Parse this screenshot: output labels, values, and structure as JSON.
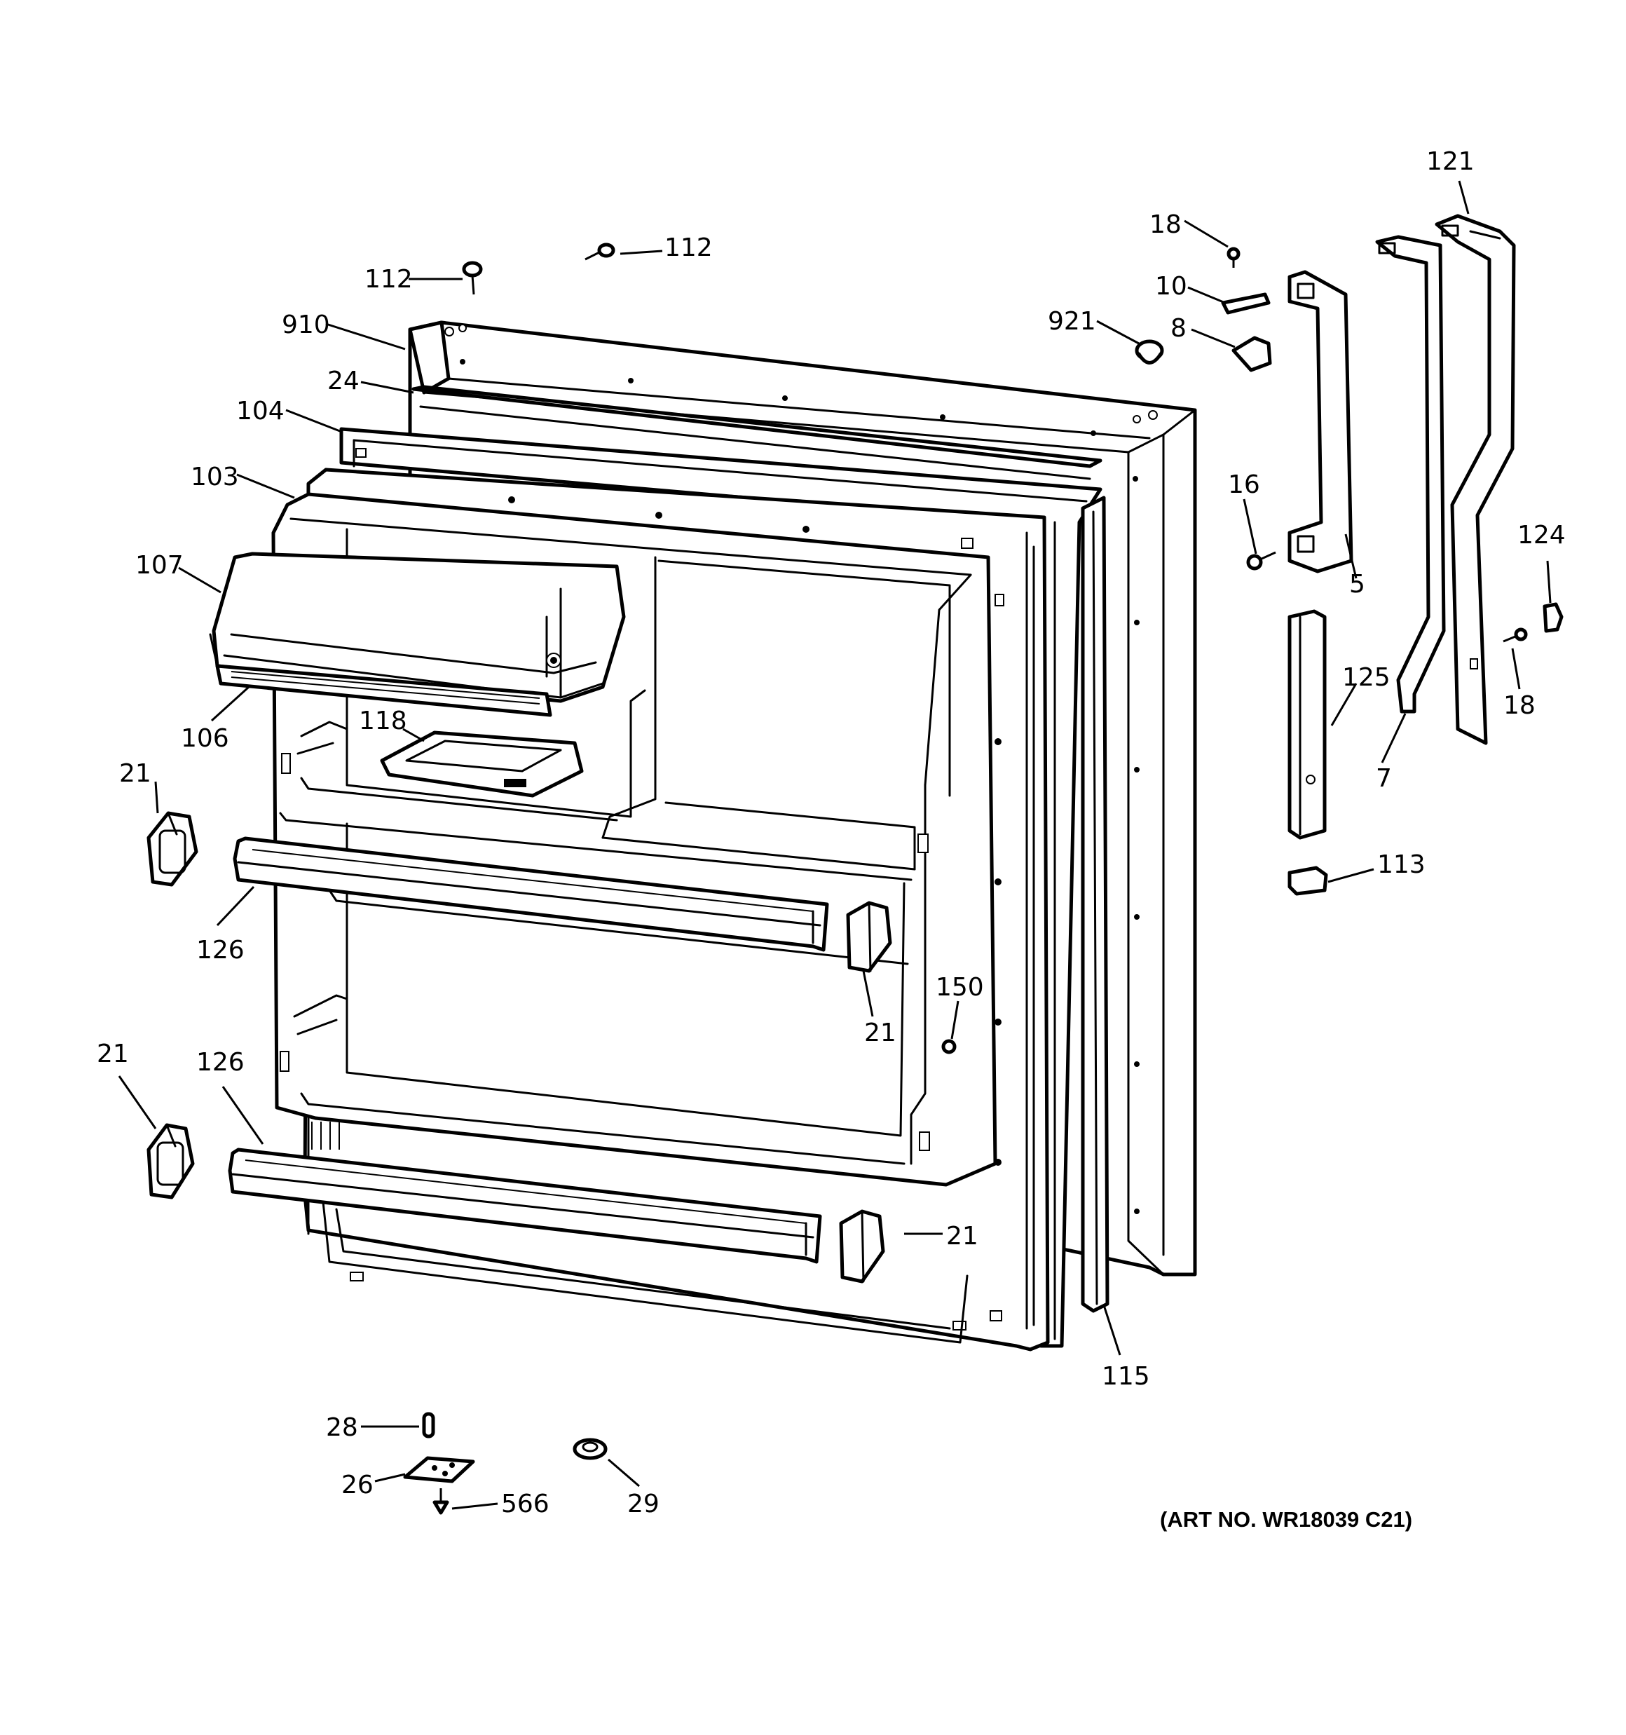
{
  "art_number": "(ART NO. WR18039 C21)",
  "callouts": {
    "c112a": "112",
    "c112b": "112",
    "c910": "910",
    "c24": "24",
    "c104": "104",
    "c103": "103",
    "c107": "107",
    "c106": "106",
    "c118": "118",
    "c21a": "21",
    "c126a": "126",
    "c21b": "21",
    "c21c": "21",
    "c126b": "126",
    "c21d": "21",
    "c150": "150",
    "c115": "115",
    "c28": "28",
    "c26": "26",
    "c566": "566",
    "c29": "29",
    "c18a": "18",
    "c10": "10",
    "c921": "921",
    "c8": "8",
    "c16": "16",
    "c5": "5",
    "c121": "121",
    "c124": "124",
    "c18b": "18",
    "c125": "125",
    "c7": "7",
    "c113": "113"
  }
}
